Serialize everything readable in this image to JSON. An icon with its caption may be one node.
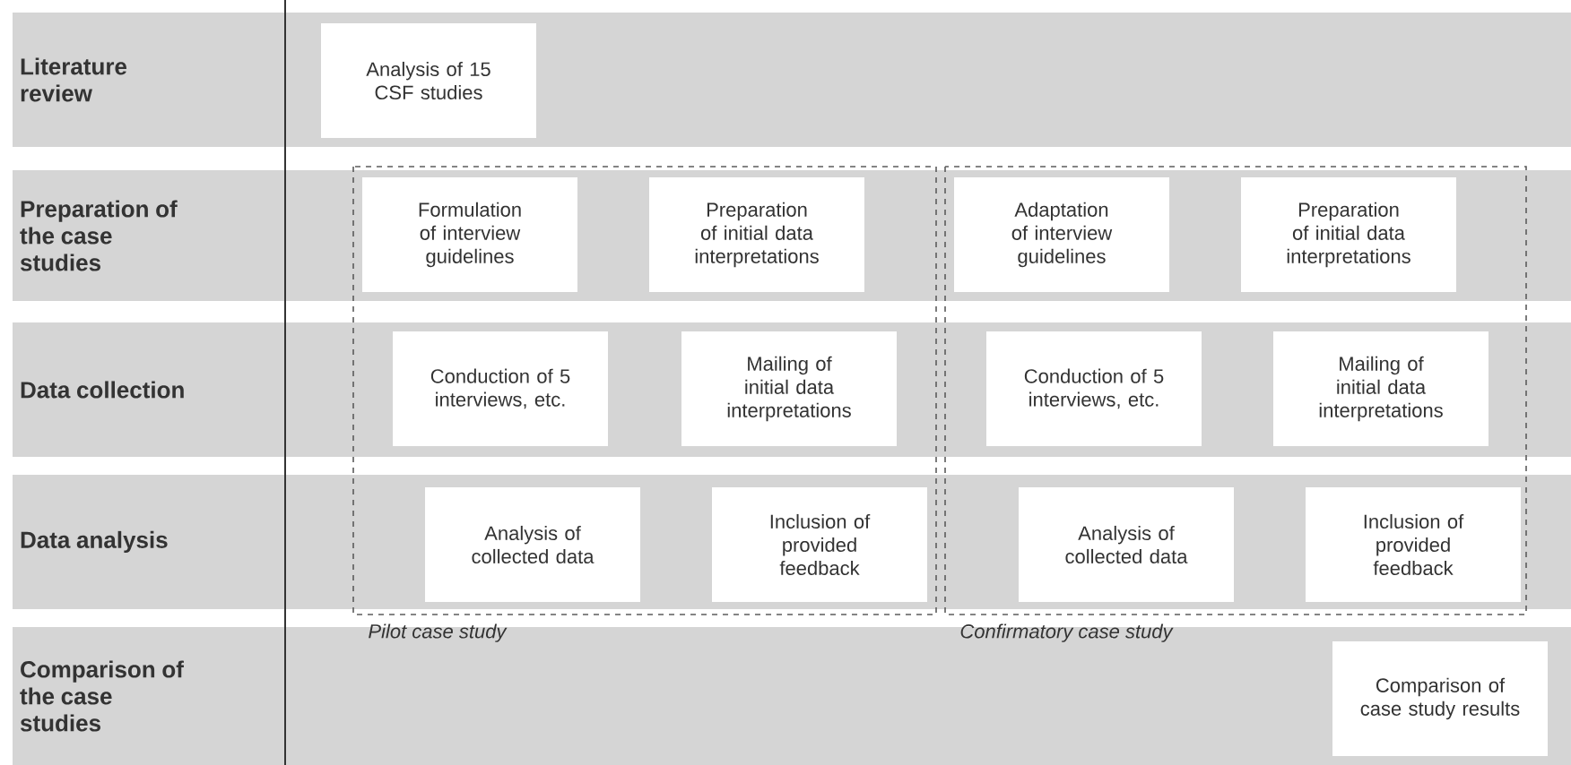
{
  "diagram": {
    "nodes": [
      {
        "text": [
          "Literature review"
        ]
      },
      {
        "text": [
          "Analysis of 15 CSF studies"
        ],
        "in": 0
      },
      {
        "text": [
          "Preparation of the case studies"
        ]
      },
      {
        "text": [
          "Formulation of interview guidelines"
        ],
        "in": 2
      },
      {
        "text": [
          "Preparation of initial data interpretations"
        ],
        "in": 2
      },
      {
        "text": [
          "Adaptation of interview guidelines"
        ],
        "in": 2
      },
      {
        "text": [
          "Preparation of initial data interpretations"
        ],
        "in": 2
      },
      {
        "text": [
          "Data collection"
        ]
      },
      {
        "text": [
          "Conduction of 5 interviews, etc."
        ],
        "in": 7
      },
      {
        "text": [
          "Mailing of initial data interpretations"
        ],
        "in": 7
      },
      {
        "text": [
          "Conduction of 5 interviews, etc."
        ],
        "in": 7
      },
      {
        "text": [
          "Mailing of initial data interpretations"
        ],
        "in": 7
      },
      {
        "text": [
          "Data analysis"
        ]
      },
      {
        "text": [
          "Analysis of collected data"
        ],
        "in": 12
      },
      {
        "text": [
          "Inclusion of provided feedback"
        ],
        "in": 12
      },
      {
        "text": [
          "Analysis of collected data"
        ],
        "in": 12
      },
      {
        "text": [
          "Inclusion of provided feedback"
        ],
        "in": 12
      },
      {
        "text": [
          "Comparison of the case studies"
        ]
      },
      {
        "text": [
          "Comparison of case study results"
        ],
        "in": 17
      }
    ],
    "labels": [
      "Pilot case study",
      "Confirmatory case study"
    ]
  }
}
